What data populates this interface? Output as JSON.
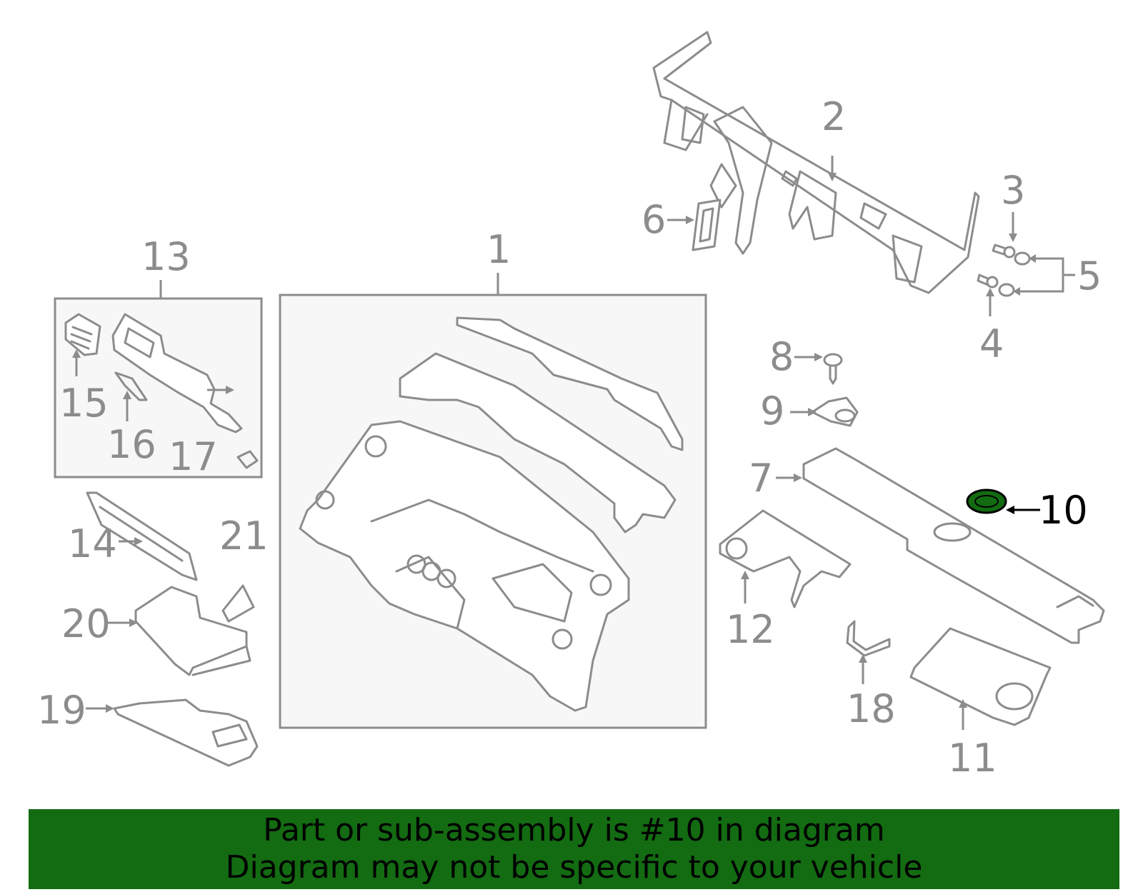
{
  "diagram": {
    "highlight_color": "#136b12",
    "labels": {
      "l1": "1",
      "l2": "2",
      "l3": "3",
      "l4": "4",
      "l5": "5",
      "l6": "6",
      "l7": "7",
      "l8": "8",
      "l9": "9",
      "l10": "10",
      "l11": "11",
      "l12": "12",
      "l13": "13",
      "l14": "14",
      "l15": "15",
      "l16": "16",
      "l17": "17",
      "l18": "18",
      "l19": "19",
      "l20": "20",
      "l21": "21"
    }
  },
  "banner": {
    "line1": "Part or sub-assembly is #10 in diagram",
    "line2": "Diagram may not be specific to your vehicle",
    "background": "#136b12"
  }
}
